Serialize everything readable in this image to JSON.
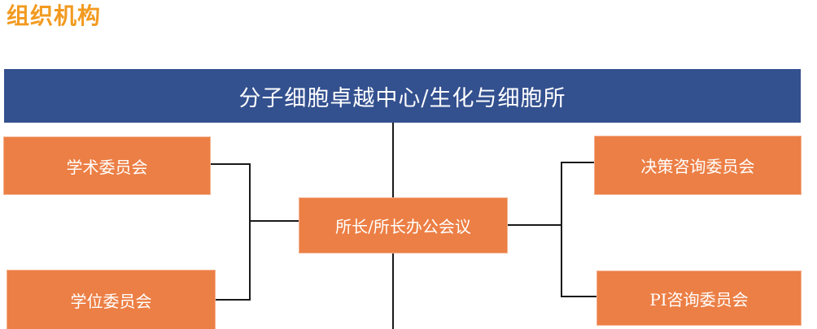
{
  "page": {
    "title": "组织机构"
  },
  "org_chart": {
    "root": "分子细胞卓越中心/生化与细胞所",
    "center": "所长/所长办公会议",
    "left": [
      "学术委员会",
      "学位委员会"
    ],
    "right": [
      "决策咨询委员会",
      "PI咨询委员会"
    ]
  },
  "colors": {
    "title": "#f29a1f",
    "header": "#33508f",
    "box": "#ec7f45",
    "line": "#1a1a1a"
  }
}
